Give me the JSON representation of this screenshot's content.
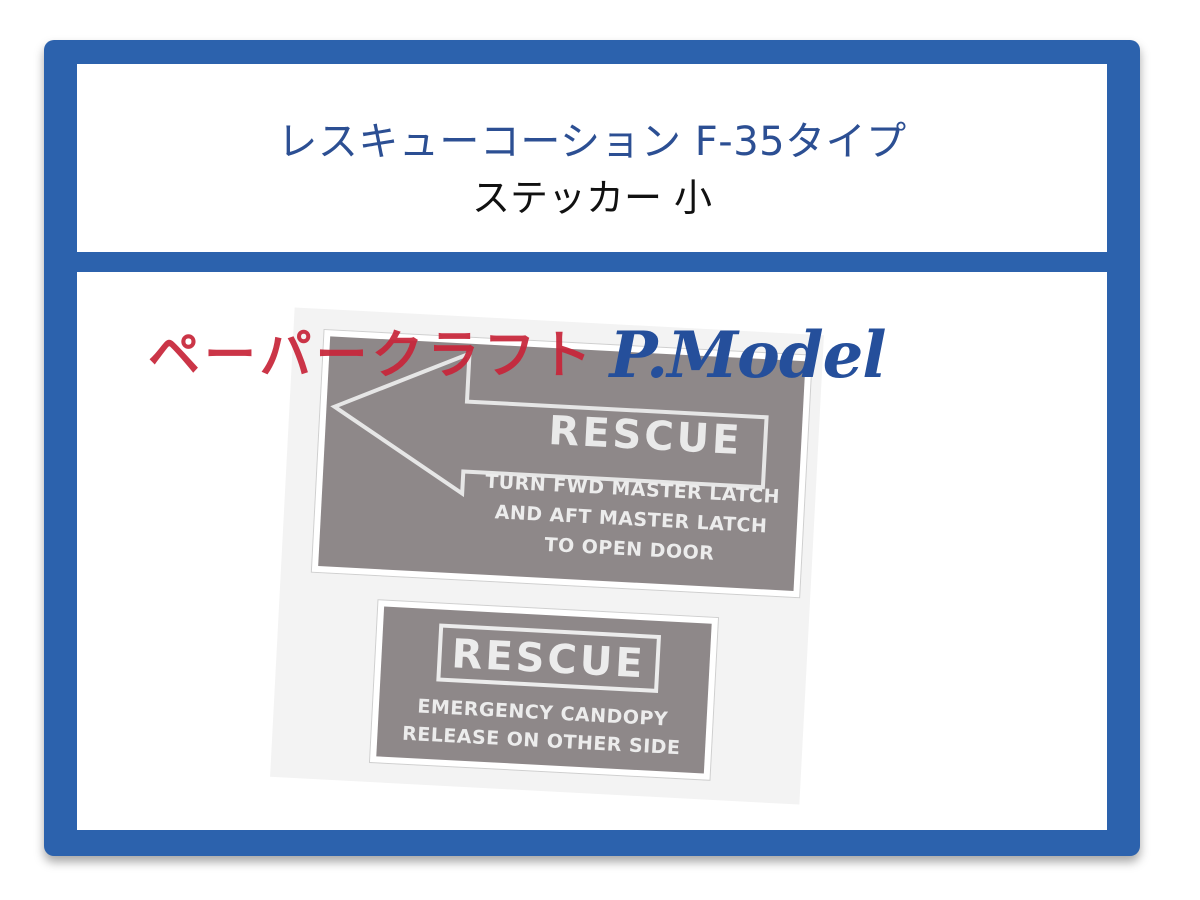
{
  "header": {
    "title": "レスキューコーション F-35タイプ",
    "subtitle": "ステッカー 小"
  },
  "brand": {
    "jp": "ペーパークラフト",
    "en": "P.Model",
    "jp_color": "#c8263a",
    "en_color": "#254f9b"
  },
  "stickers": {
    "large": {
      "heading": "RESCUE",
      "lines": [
        "TURN FWD MASTER LATCH",
        "AND AFT MASTER LATCH",
        "TO OPEN DOOR"
      ],
      "icon": "left-arrow-icon"
    },
    "small": {
      "heading": "RESCUE",
      "lines": [
        "EMERGENCY  CANDOPY",
        "RELEASE ON OTHER  SIDE"
      ]
    },
    "background_color": "#8e8889",
    "text_color": "#ececec"
  },
  "colors": {
    "frame": "#2c62ad",
    "title": "#2c4f93"
  }
}
